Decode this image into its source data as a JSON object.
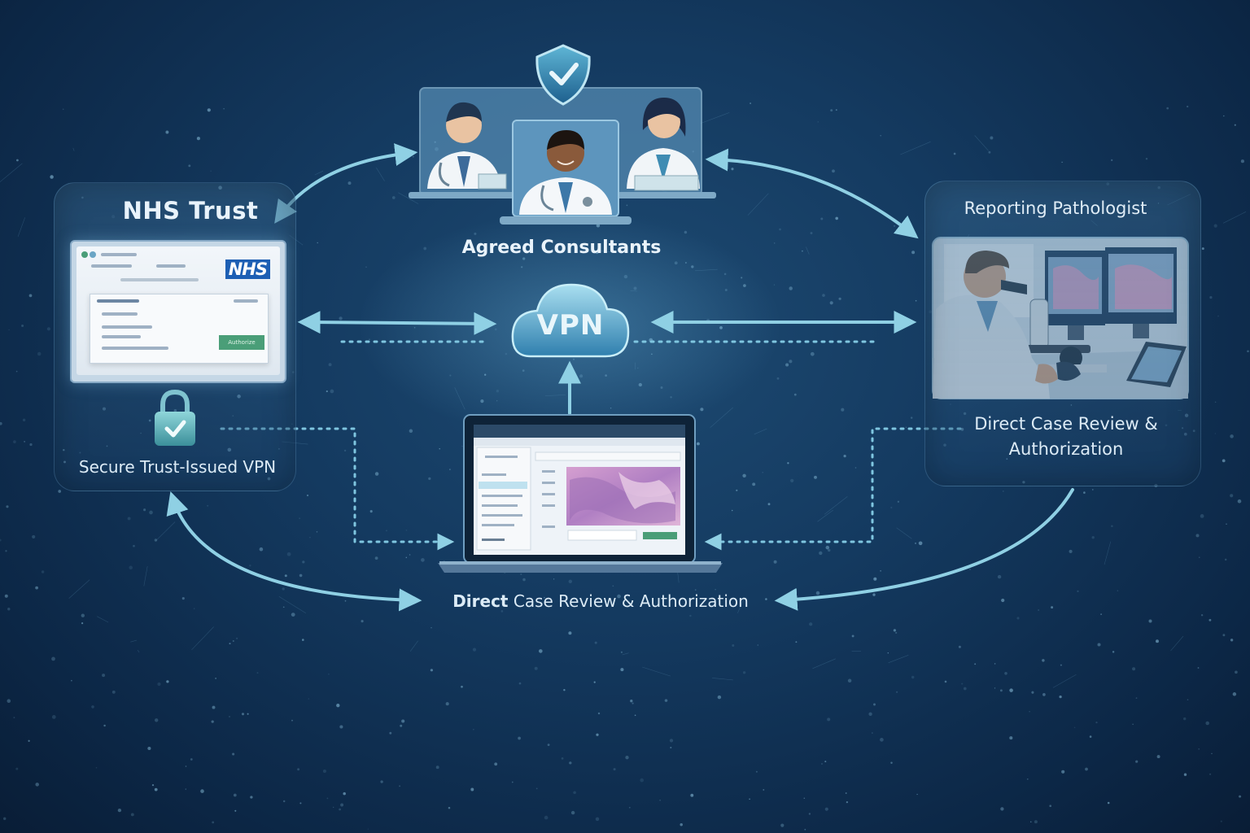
{
  "nhs_panel": {
    "title": "NHS Trust",
    "logo_text": "NHS",
    "button_text": "Authorize",
    "caption": "Secure Trust-Issued VPN",
    "lock_icon": "padlock-check-icon"
  },
  "consultants": {
    "caption": "Agreed Consultants",
    "shield_icon": "shield-check-icon"
  },
  "vpn": {
    "label": "VPN",
    "cloud_icon": "cloud-icon"
  },
  "pathologist_panel": {
    "title": "Reporting Pathologist",
    "caption_line1": "Direct Case Review &",
    "caption_line2": "Authorization"
  },
  "laptop": {
    "caption_strong": "Direct",
    "caption_rest": " Case Review & Authorization"
  },
  "colors": {
    "accent": "#7fc6e0",
    "arrow": "#8fd0e4",
    "nhs_blue": "#1d5fb4",
    "button_green": "#4a9e78"
  }
}
